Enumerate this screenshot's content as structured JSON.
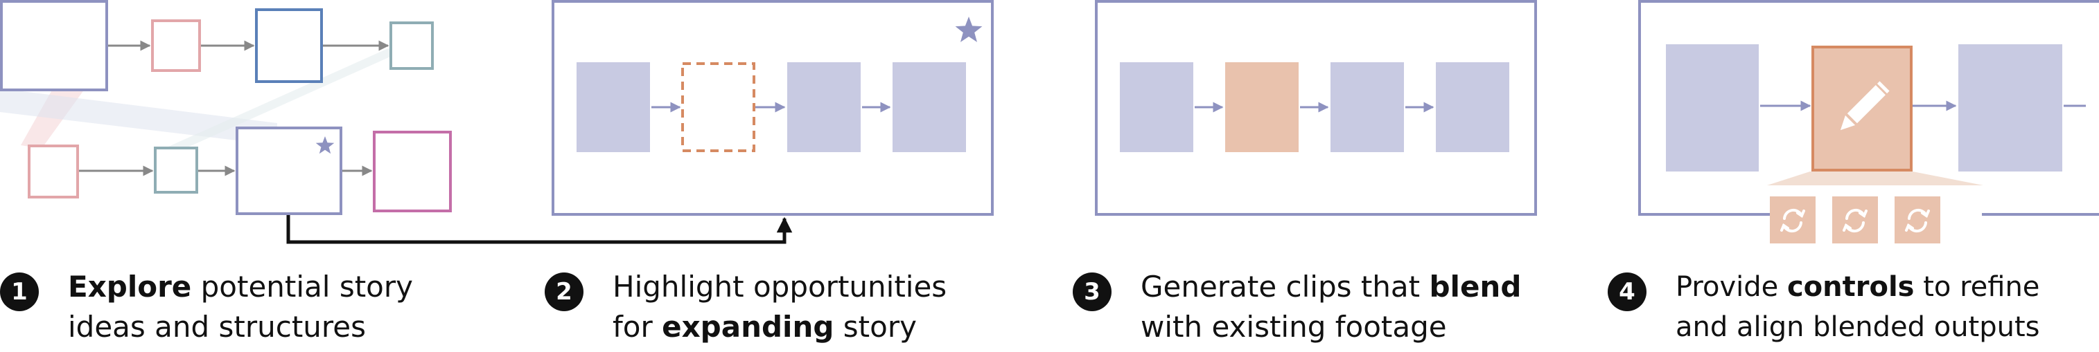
{
  "colors": {
    "frame": "#8e92c0",
    "clip_fill": "#c8cae2",
    "accent_orange": "#d68a62",
    "accent_orange_fill": "#e9c2ad",
    "pink": "#e2a6a9",
    "blue": "#5a80b8",
    "teal": "#8fadb4",
    "magenta": "#c46ea8",
    "arrow_gray": "#888888",
    "text": "#111111"
  },
  "icons": {
    "star": "star-icon",
    "pencil": "pencil-icon",
    "regenerate": "refresh-icon"
  },
  "steps": [
    {
      "number": "1",
      "line1": {
        "pre": "",
        "bold": "Explore",
        "post": " potential story"
      },
      "line2": {
        "pre": "ideas and structures",
        "bold": "",
        "post": ""
      }
    },
    {
      "number": "2",
      "line1": {
        "pre": "Highlight opportunities",
        "bold": "",
        "post": ""
      },
      "line2": {
        "pre": "for ",
        "bold": "expanding",
        "post": " story"
      }
    },
    {
      "number": "3",
      "line1": {
        "pre": "Generate clips that ",
        "bold": "blend",
        "post": ""
      },
      "line2": {
        "pre": "with existing footage",
        "bold": "",
        "post": ""
      }
    },
    {
      "number": "4",
      "line1": {
        "pre": "Provide ",
        "bold": "controls",
        "post": " to refine"
      },
      "line2": {
        "pre": "and align blended outputs",
        "bold": "",
        "post": ""
      }
    }
  ]
}
